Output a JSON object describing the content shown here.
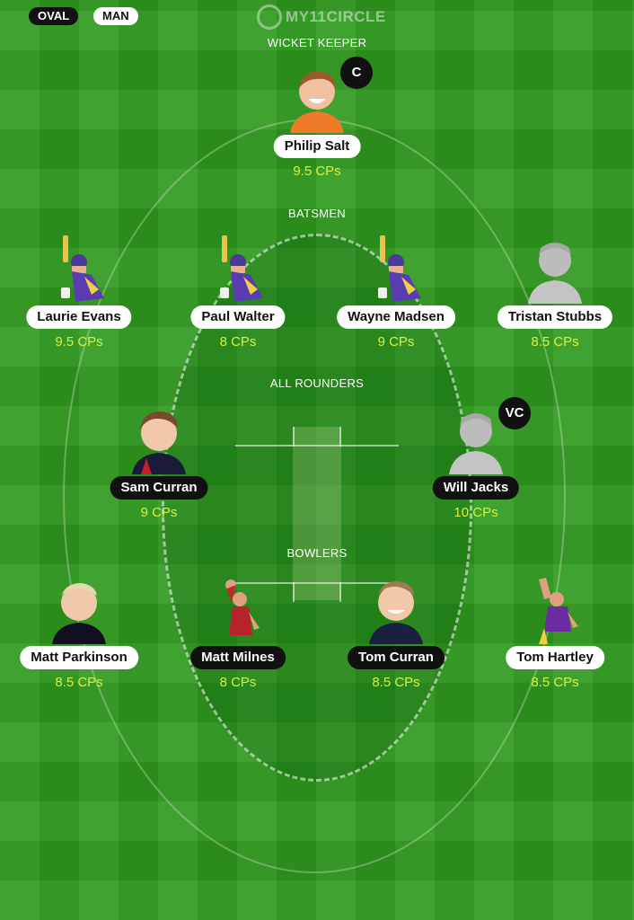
{
  "header": {
    "team1": "OVAL",
    "team2": "MAN",
    "logo_text": "MY11CIRCLE"
  },
  "sections": {
    "wicket_keeper": "WICKET KEEPER",
    "batsmen": "BATSMEN",
    "all_rounders": "ALL ROUNDERS",
    "bowlers": "BOWLERS"
  },
  "players": {
    "wk": [
      {
        "name": "Philip Salt",
        "credits": "9.5 CPs",
        "badge": "C",
        "avatar": "player-photo"
      }
    ],
    "bat": [
      {
        "name": "Laurie Evans",
        "credits": "9.5 CPs",
        "avatar": "batsman-icon"
      },
      {
        "name": "Paul Walter",
        "credits": "8 CPs",
        "avatar": "batsman-icon"
      },
      {
        "name": "Wayne Madsen",
        "credits": "9 CPs",
        "avatar": "batsman-icon"
      },
      {
        "name": "Tristan Stubbs",
        "credits": "8.5 CPs",
        "avatar": "silhouette-icon"
      }
    ],
    "ar": [
      {
        "name": "Sam Curran",
        "credits": "9 CPs",
        "avatar": "player-photo"
      },
      {
        "name": "Will Jacks",
        "credits": "10 CPs",
        "badge": "VC",
        "avatar": "silhouette-icon"
      }
    ],
    "bowl": [
      {
        "name": "Matt Parkinson",
        "credits": "8.5 CPs",
        "avatar": "player-photo"
      },
      {
        "name": "Matt Milnes",
        "credits": "8 CPs",
        "avatar": "bowler-icon"
      },
      {
        "name": "Tom Curran",
        "credits": "8.5 CPs",
        "avatar": "player-photo"
      },
      {
        "name": "Tom Hartley",
        "credits": "8.5 CPs",
        "avatar": "bowler-icon"
      }
    ]
  },
  "colors": {
    "field": "#2f9a1e",
    "credits": "#d8f040",
    "pill_dark": "#111111",
    "pill_light": "#ffffff"
  }
}
